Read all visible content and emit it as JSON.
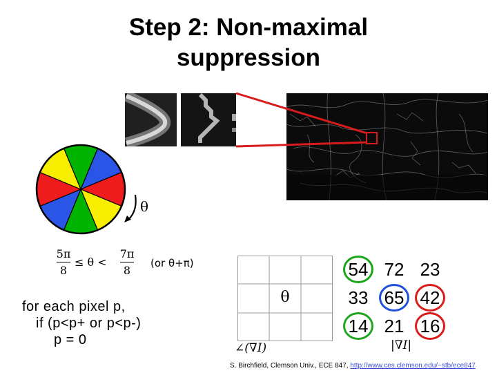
{
  "slide": {
    "title_line1": "Step 2:  Non-maximal",
    "title_line2": "suppression",
    "theta_symbol": "θ",
    "or_text": "(or θ+π)",
    "range_formula": {
      "lo_num": "5π",
      "lo_den": "8",
      "rel": "≤ θ <",
      "hi_num": "7π",
      "hi_den": "8"
    },
    "pseudocode": [
      "for each pixel p,",
      "if (p<p+ or p<p-)",
      "p = 0"
    ],
    "center_theta": "θ",
    "angle_label": "∠(∇I)",
    "mag_label": "|∇I|",
    "matrix": [
      [
        "54",
        "72",
        "23"
      ],
      [
        "33",
        "65",
        "42"
      ],
      [
        "14",
        "21",
        "16"
      ]
    ],
    "circled_cells": [
      {
        "row": 0,
        "col": 0,
        "color": "#1aa61a"
      },
      {
        "row": 1,
        "col": 1,
        "color": "#1f4fd8"
      },
      {
        "row": 2,
        "col": 0,
        "color": "#22a622"
      },
      {
        "row": 1,
        "col": 2,
        "color": "#d81c1c"
      },
      {
        "row": 2,
        "col": 2,
        "color": "#d81c1c"
      }
    ],
    "credit_text": "S. Birchfield, Clemson Univ., ECE 847, ",
    "credit_url": "http://www.ces.clemson.edu/~stb/ece847"
  },
  "wheel": {
    "sector_colors": [
      "#00b400",
      "#2a55e6",
      "#ee1c1c",
      "#f7ee00",
      "#00b400",
      "#2a55e6",
      "#ee1c1c",
      "#f7ee00"
    ]
  },
  "colors": {
    "highlight_red": "#d81c1c"
  }
}
